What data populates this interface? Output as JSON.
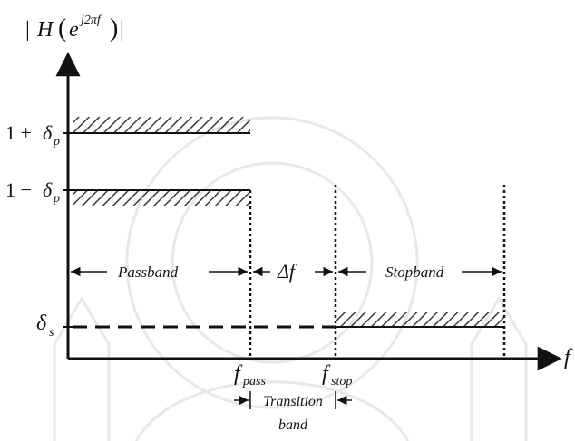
{
  "y_axis_label": {
    "open": "|",
    "h": "H",
    "lpar": "(",
    "base": "e",
    "exp": "j2πf",
    "rpar": ")",
    "close": "|"
  },
  "x_axis_label": "f",
  "levels": {
    "upper_pass": {
      "prefix": "1 + ",
      "sym": "δ",
      "sub": "p"
    },
    "lower_pass": {
      "prefix": "1 − ",
      "sym": "δ",
      "sub": "p"
    },
    "stop": {
      "sym": "δ",
      "sub": "s"
    }
  },
  "ticks": {
    "f_pass": {
      "sym": "f",
      "sub": "pass"
    },
    "f_stop": {
      "sym": "f",
      "sub": "stop"
    }
  },
  "regions": {
    "passband": "Passband",
    "delta_f": "Δf",
    "stopband": "Stopband",
    "transition_line1": "Transition",
    "transition_line2": "band"
  },
  "colors": {
    "ink": "#111111",
    "hatch": "#3a3a3a",
    "watermark": "#e6e6e6"
  }
}
